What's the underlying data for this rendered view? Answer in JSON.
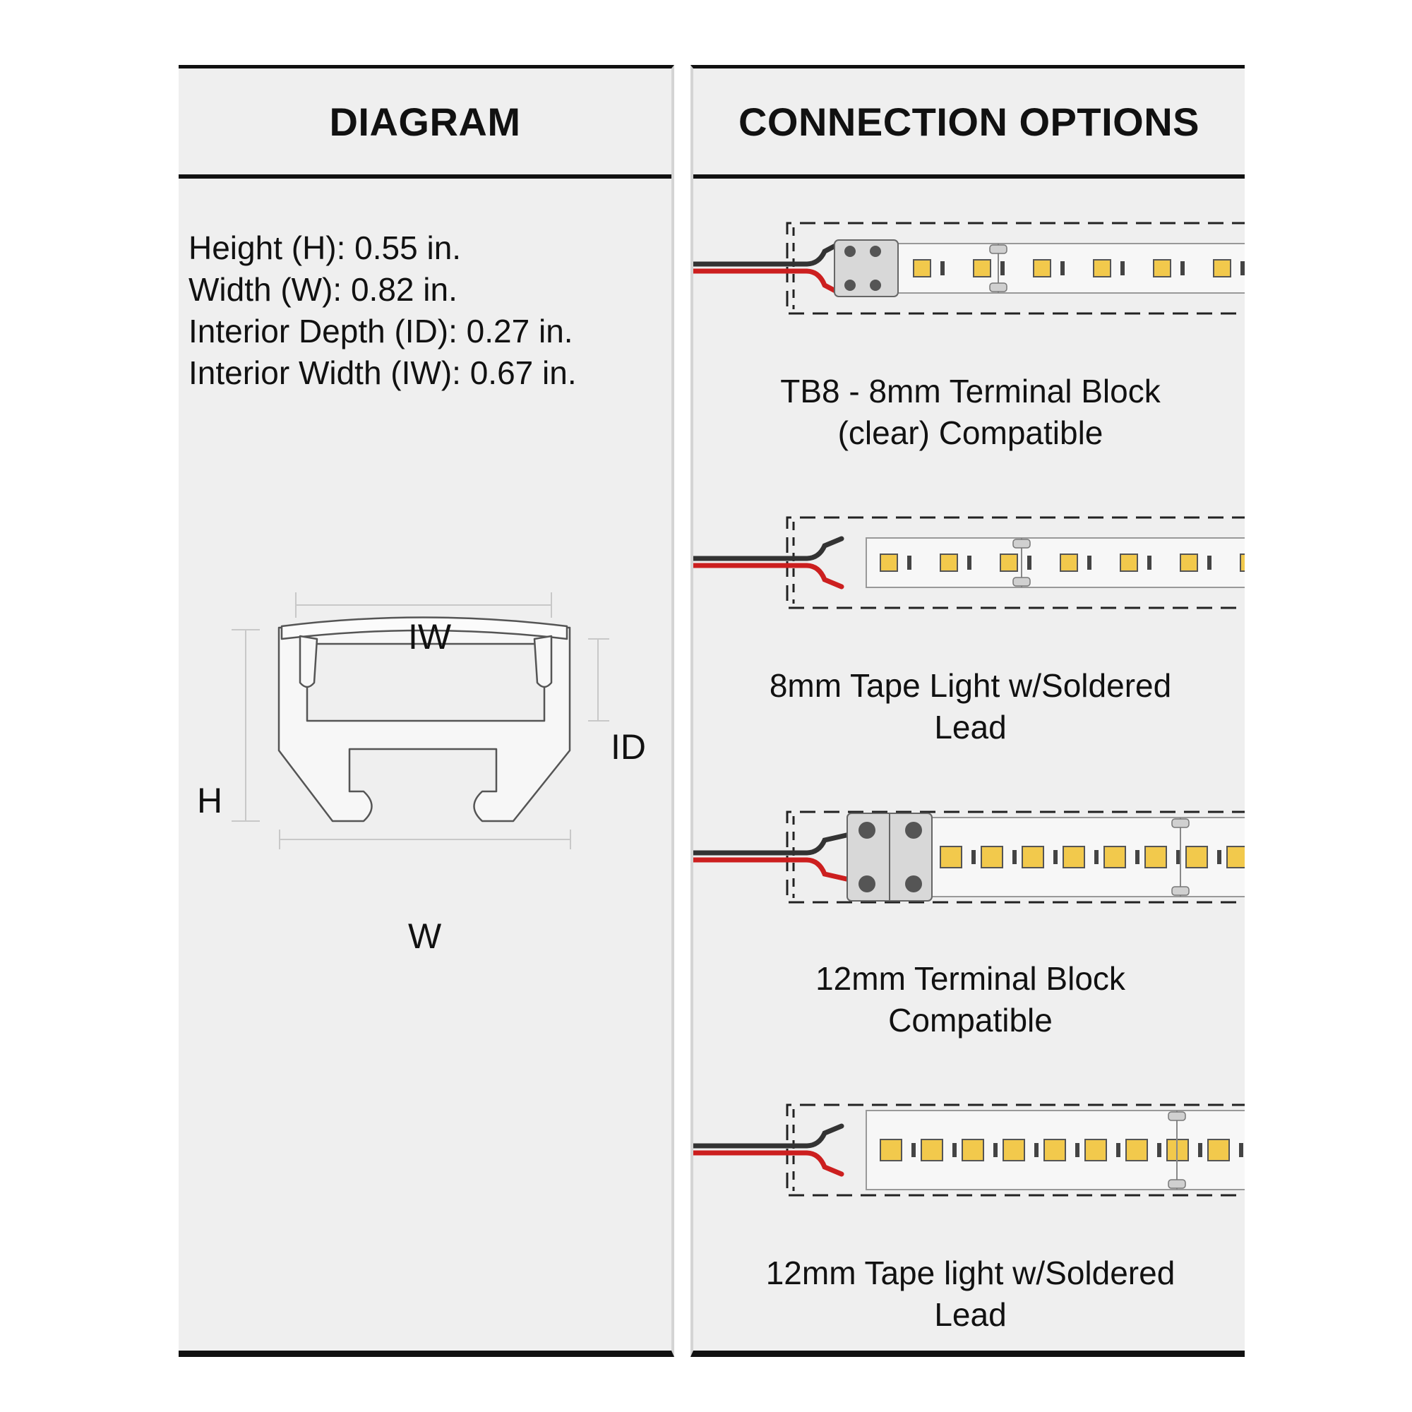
{
  "diagram": {
    "title": "DIAGRAM",
    "specs": [
      "Height (H): 0.55 in.",
      "Width (W): 0.82 in.",
      "Interior Depth (ID): 0.27 in.",
      "Interior Width (IW): 0.67 in."
    ],
    "labels": {
      "iw": "IW",
      "id": "ID",
      "h": "H",
      "w": "W"
    }
  },
  "connections": {
    "title": "CONNECTION OPTIONS",
    "options": [
      {
        "line1": "TB8 - 8mm Terminal Block",
        "line2": "(clear) Compatible"
      },
      {
        "line1": "8mm Tape Light w/Soldered",
        "line2": "Lead"
      },
      {
        "line1": "12mm Terminal Block",
        "line2": "Compatible"
      },
      {
        "line1": "12mm Tape light w/Soldered",
        "line2": "Lead"
      }
    ]
  },
  "colors": {
    "panel_bg": "#efefef",
    "border": "#111111",
    "wire_black": "#333333",
    "wire_red": "#cc1f1f",
    "led_yellow": "#f2c94c",
    "strip_bg": "#f7f7f7"
  }
}
